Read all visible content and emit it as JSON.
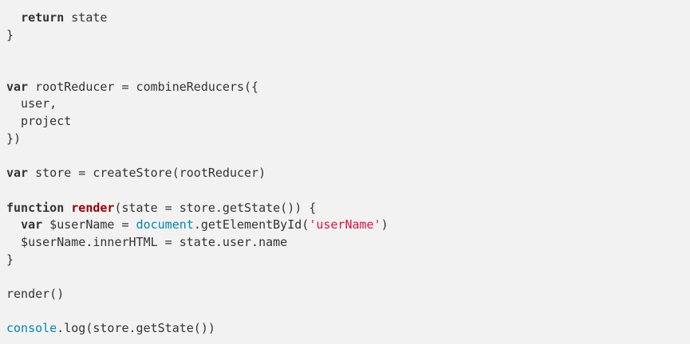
{
  "colors": {
    "background": "#f2f2f2",
    "text": "#333333",
    "function_name": "#990000",
    "builtin": "#0086b3",
    "string": "#dd1144"
  },
  "lines": [
    [
      [
        "  ",
        ""
      ],
      [
        "return",
        "kw"
      ],
      [
        " state",
        ""
      ]
    ],
    [
      [
        "}",
        ""
      ]
    ],
    [],
    [],
    [
      [
        "var",
        "kw"
      ],
      [
        " rootReducer = combineReducers({",
        ""
      ]
    ],
    [
      [
        "  user,",
        ""
      ]
    ],
    [
      [
        "  project",
        ""
      ]
    ],
    [
      [
        "})",
        ""
      ]
    ],
    [],
    [
      [
        "var",
        "kw"
      ],
      [
        " store = createStore(rootReducer)",
        ""
      ]
    ],
    [],
    [
      [
        "function",
        "kw"
      ],
      [
        " ",
        ""
      ],
      [
        "render",
        "fn"
      ],
      [
        "(state = store.getState()) {",
        ""
      ]
    ],
    [
      [
        "  ",
        ""
      ],
      [
        "var",
        "kw"
      ],
      [
        " $userName = ",
        ""
      ],
      [
        "document",
        "bi"
      ],
      [
        ".getElementById(",
        ""
      ],
      [
        "'userName'",
        "str"
      ],
      [
        ")",
        ""
      ]
    ],
    [
      [
        "  $userName.innerHTML = state.user.name",
        ""
      ]
    ],
    [
      [
        "}",
        ""
      ]
    ],
    [],
    [
      [
        "render()",
        ""
      ]
    ],
    [],
    [
      [
        "console",
        "bi"
      ],
      [
        ".log(store.getState())",
        ""
      ]
    ]
  ]
}
